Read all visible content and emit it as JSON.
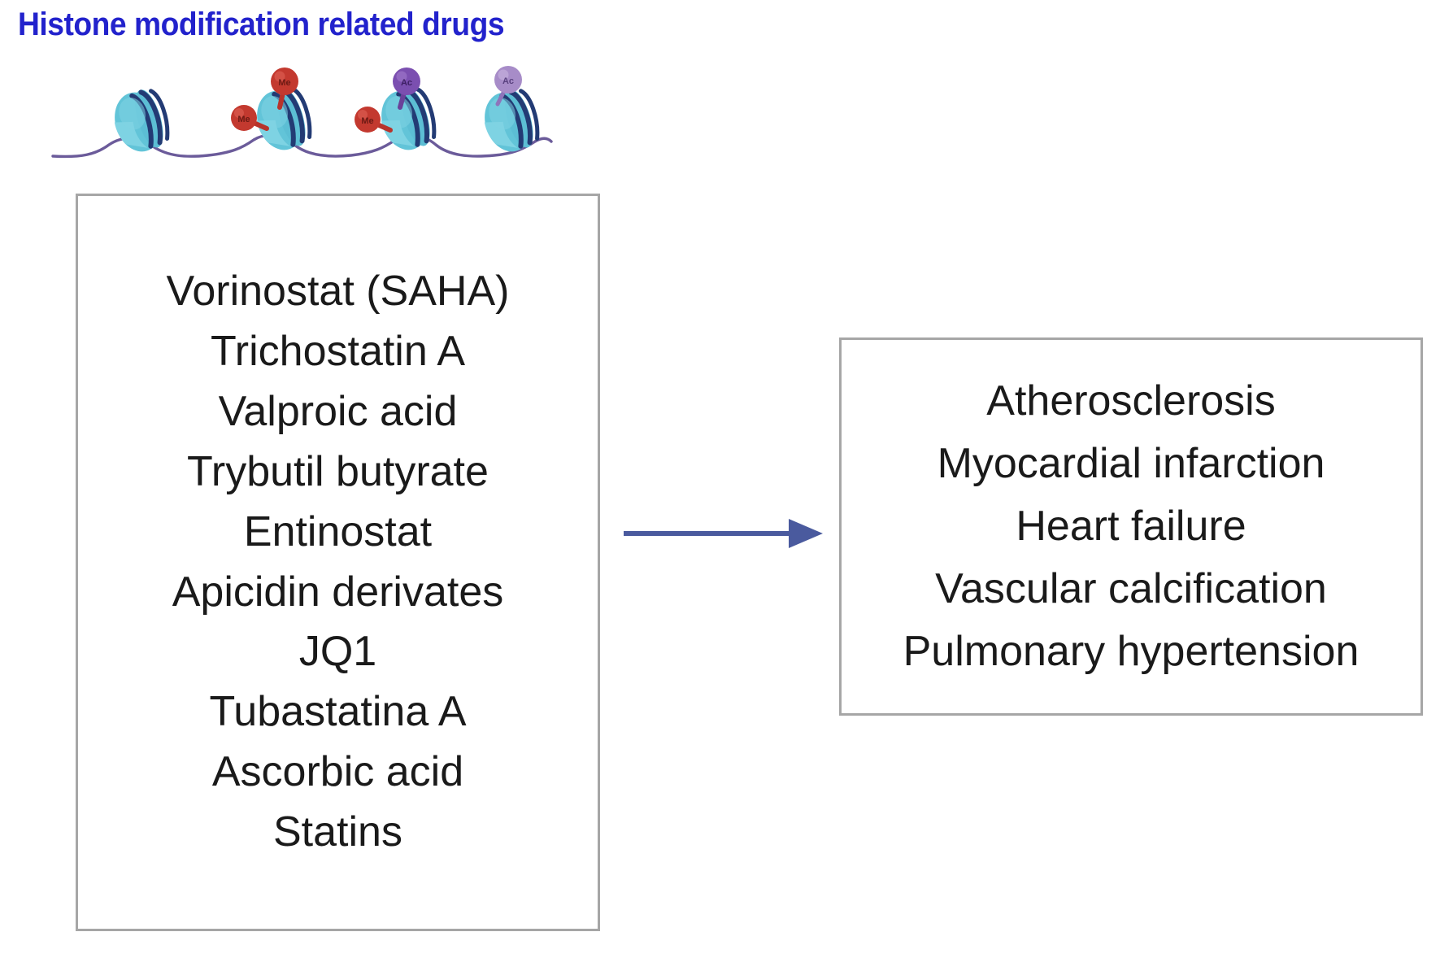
{
  "title": {
    "text": "Histone modification related drugs",
    "color": "#2222cc"
  },
  "illustration": {
    "name": "nucleosome-chromatin-diagram",
    "nucleosome_count": 4,
    "nucleosome_color": "#6ecbdc",
    "dna_stripe_color": "#2b3f7a",
    "linker_dna_color": "#6b5b9a",
    "marks": [
      {
        "label": "Me",
        "type": "methylation",
        "color": "#c3392f",
        "nucleosome": 2,
        "position": "left"
      },
      {
        "label": "Me",
        "type": "methylation",
        "color": "#c3392f",
        "nucleosome": 2,
        "position": "top"
      },
      {
        "label": "Me",
        "type": "methylation",
        "color": "#c3392f",
        "nucleosome": 3,
        "position": "left"
      },
      {
        "label": "Ac",
        "type": "acetylation",
        "color": "#7b4fb0",
        "nucleosome": 3,
        "position": "top"
      },
      {
        "label": "Ac",
        "type": "acetylation",
        "color": "#a78cc8",
        "nucleosome": 4,
        "position": "top"
      }
    ]
  },
  "drugs_box": {
    "name": "Histone modification related drugs",
    "items": [
      "Vorinostat (SAHA)",
      "Trichostatin A",
      "Valproic acid",
      "Trybutil butyrate",
      "Entinostat",
      "Apicidin derivates",
      "JQ1",
      "Tubastatina A",
      "Ascorbic acid",
      "Statins"
    ]
  },
  "arrow": {
    "direction": "right",
    "color": "#4a5a9e"
  },
  "diseases_box": {
    "items": [
      "Atherosclerosis",
      "Myocardial infarction",
      "Heart failure",
      "Vascular calcification",
      "Pulmonary hypertension"
    ]
  }
}
